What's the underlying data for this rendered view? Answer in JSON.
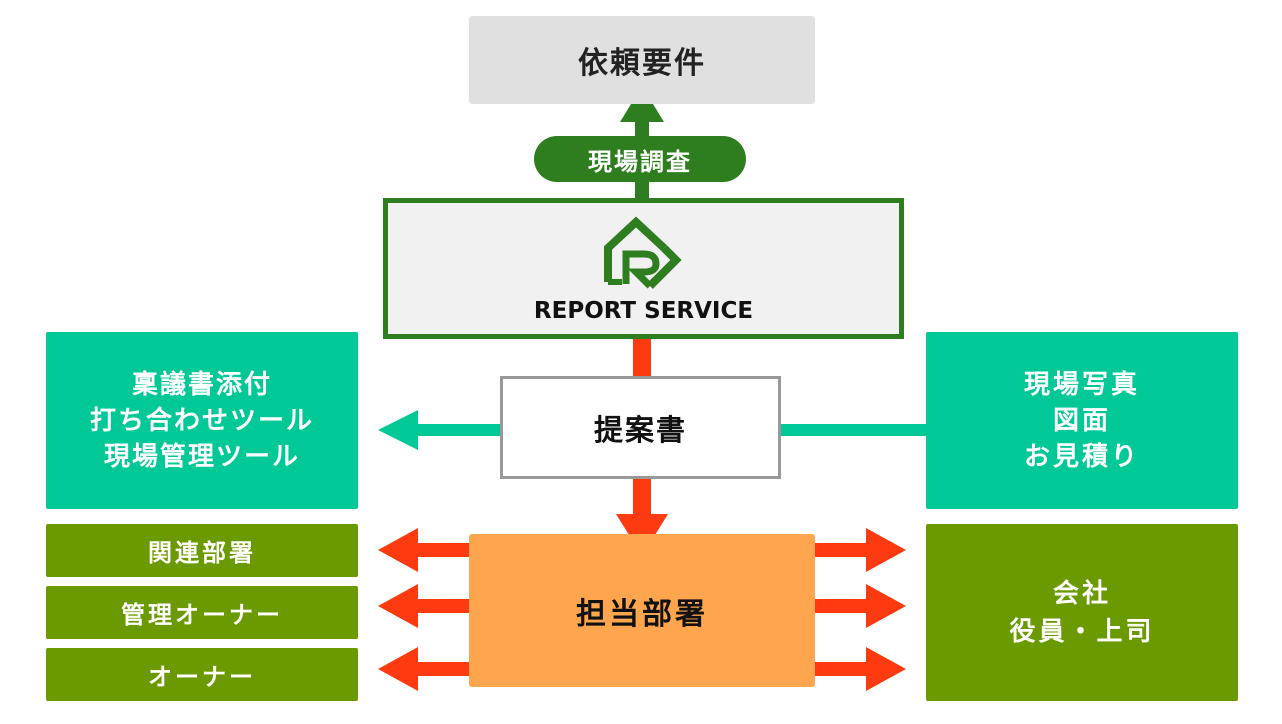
{
  "nodes": {
    "request": "依頼要件",
    "site_survey": "現場調査",
    "report_service": "REPORT SERVICE",
    "proposal": "提案書",
    "tools": [
      "稟議書添付",
      "打ち合わせツール",
      "現場管理ツール"
    ],
    "materials": [
      "現場写真",
      "図面",
      "お見積り"
    ],
    "department_in_charge": "担当部署",
    "related_departments": "関連部署",
    "managing_owner": "管理オーナー",
    "owner": "オーナー",
    "company": [
      "会社",
      "役員・上司"
    ]
  },
  "colors": {
    "dark_green": "#2e7d1f",
    "teal": "#00c896",
    "olive": "#6a9a00",
    "red_arrow": "#ff3a10",
    "orange": "#ffa54e",
    "gray": "#e0e0e0"
  },
  "icons": {
    "logo": "report-service-house-logo"
  }
}
